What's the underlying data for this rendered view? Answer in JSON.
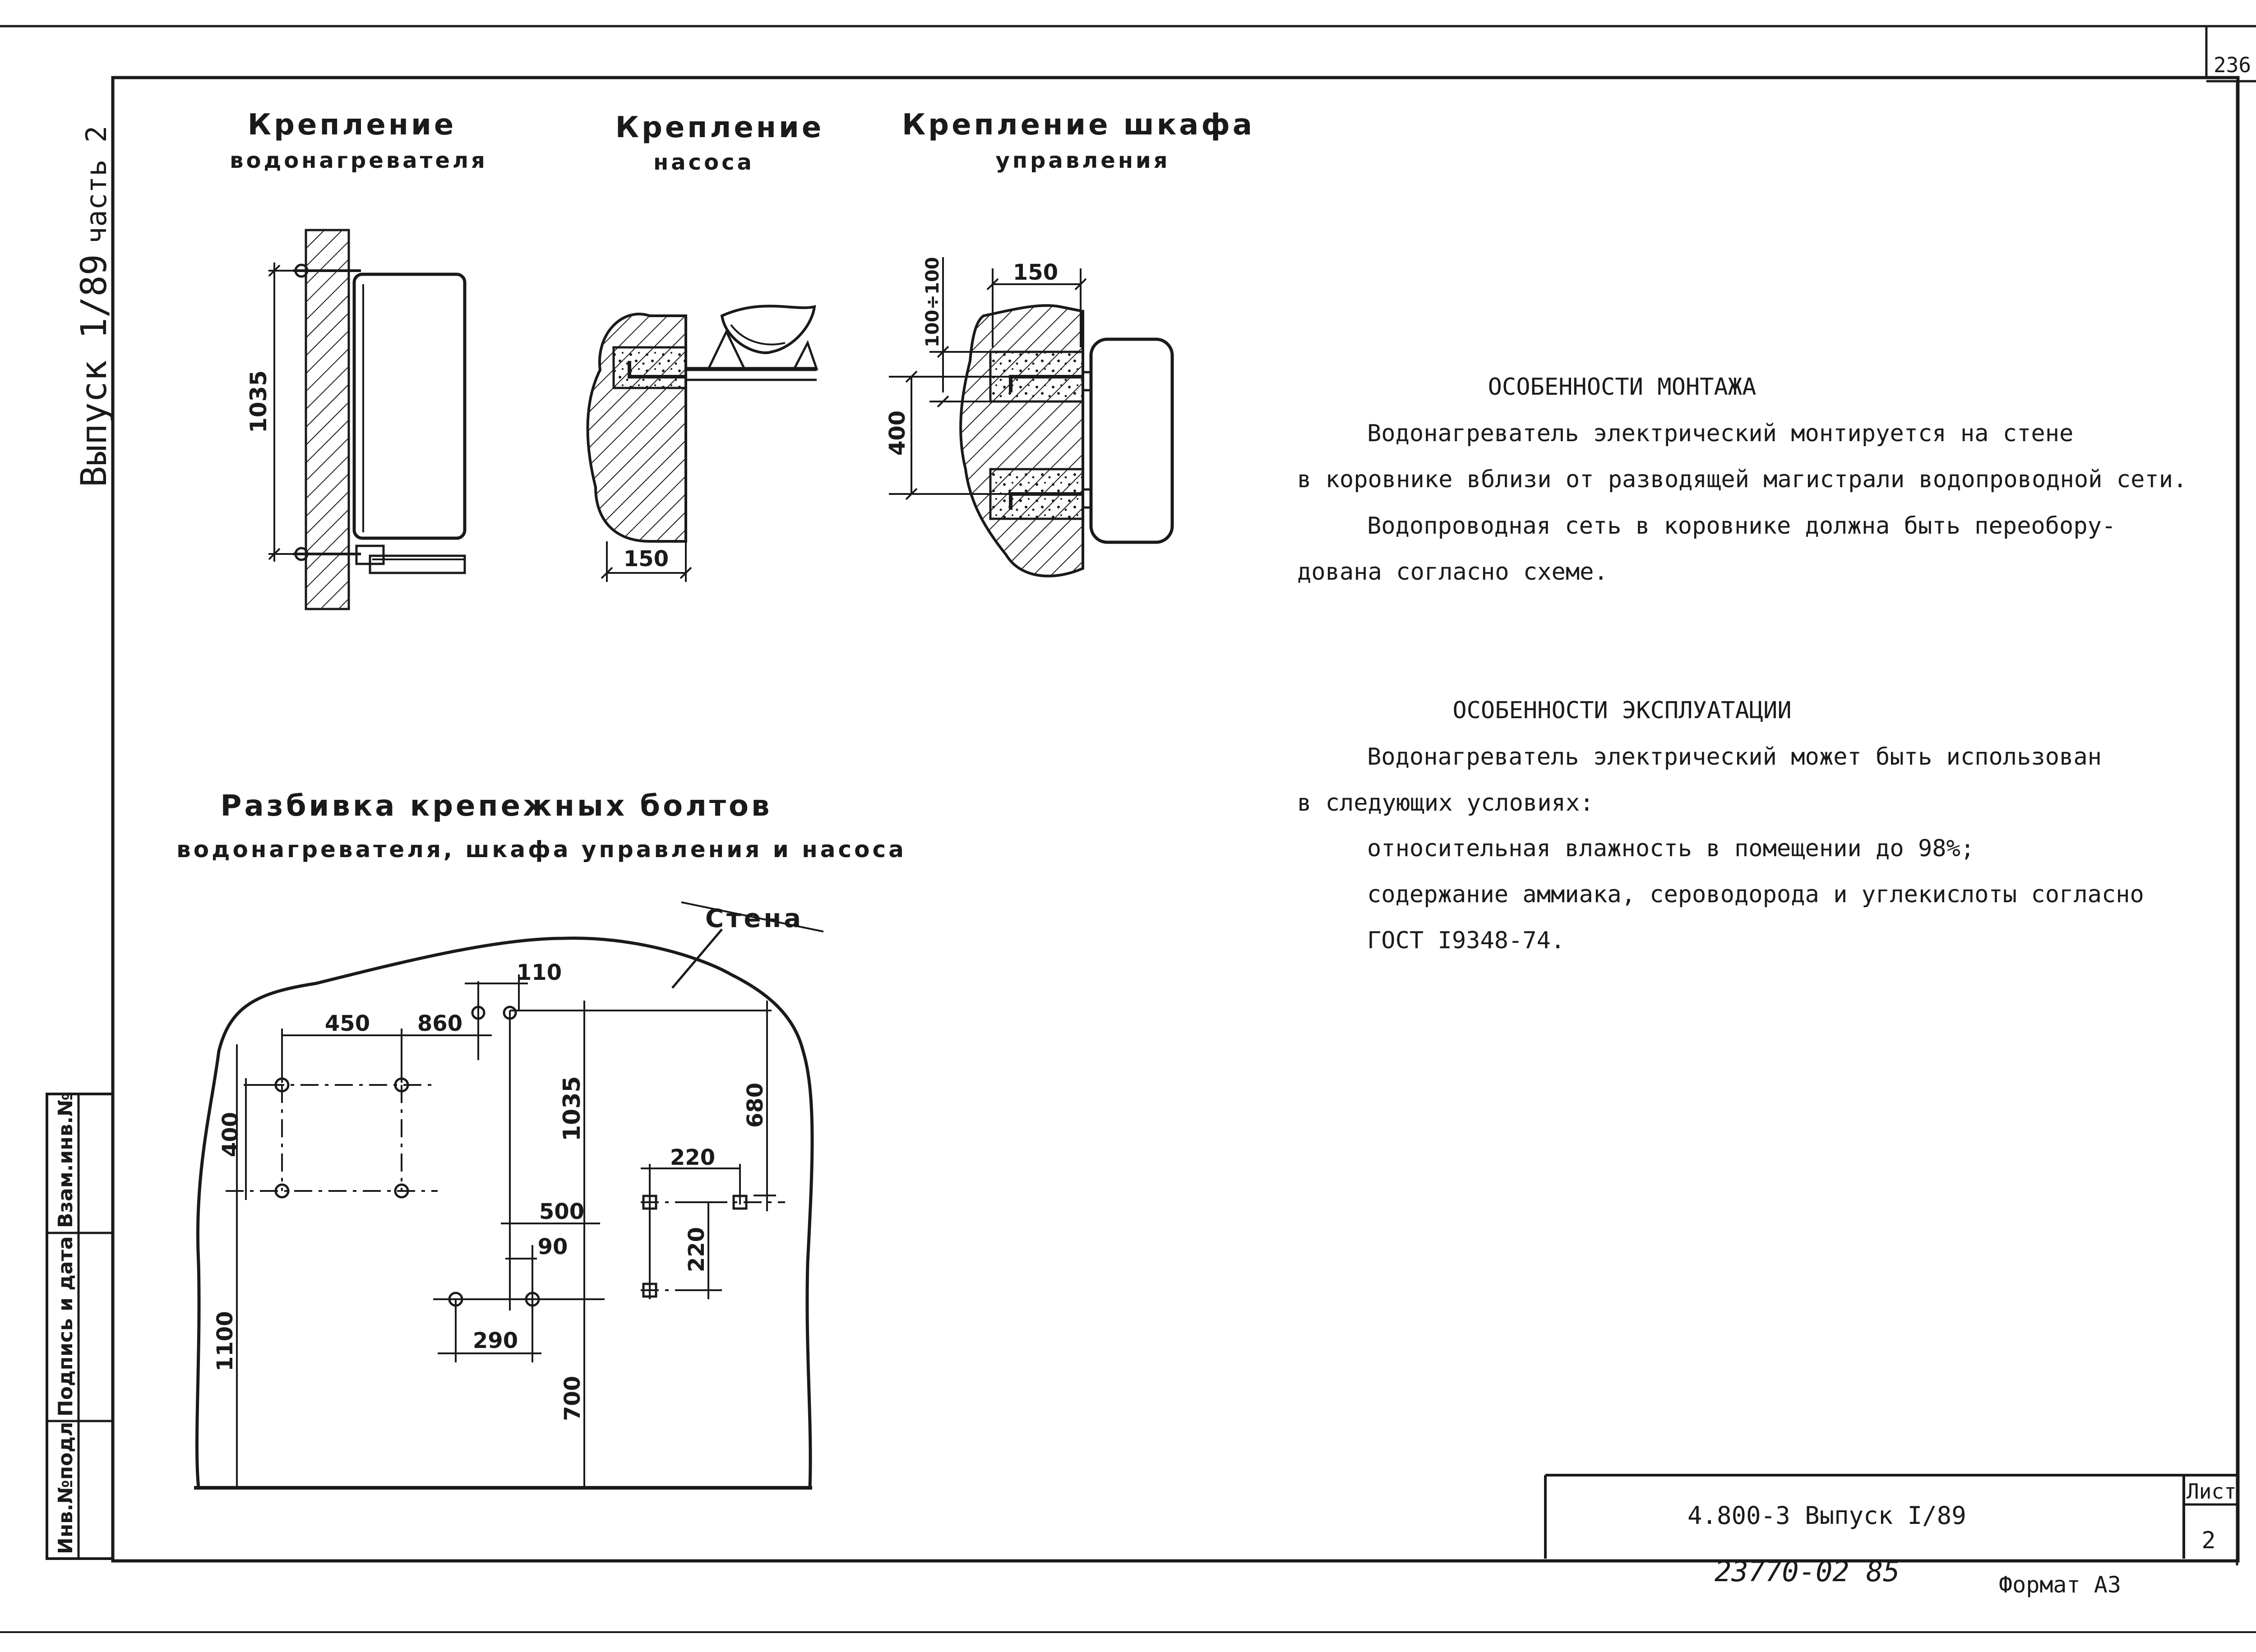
{
  "sheet_corner_number": "236",
  "left_margin": {
    "release": "Выпуск 1/89",
    "part": "часть 2"
  },
  "side_stamp": {
    "inv_no": "Инв.№подл",
    "signature": "Подпись и дата",
    "replaced_inv": "Взам.инв.№"
  },
  "fastening": {
    "heater_title_1": "Крепление",
    "heater_title_2": "водонагревателя",
    "pump_title_1": "Крепление",
    "pump_title_2": "насоса",
    "cabinet_title_1": "Крепление шкафа",
    "cabinet_title_2": "управления",
    "dim_heater_height": "1035",
    "dim_pump_depth": "150",
    "dim_cabinet_depth": "150",
    "dim_cabinet_pair": "100÷100",
    "dim_cabinet_spacing": "400"
  },
  "bolt_layout": {
    "title_1": "Разбивка крепежных болтов",
    "title_2": "водонагревателя, шкафа управления и насоса",
    "wall_label": "Стена",
    "dims": {
      "d450": "450",
      "d860": "860",
      "d110": "110",
      "d400": "400",
      "d1035": "1035",
      "d680": "680",
      "d220h": "220",
      "d500": "500",
      "d220v": "220",
      "d90": "90",
      "d290": "290",
      "d1100": "1100",
      "d700": "700"
    }
  },
  "notes": {
    "mounting_heading": "ОСОБЕННОСТИ МОНТАЖА",
    "mounting_lines": [
      "Водонагреватель электрический монтируется на стене",
      "в коровнике вблизи от разводящей магистрали водопроводной сети.",
      "Водопроводная сеть в коровнике должна быть переобору-",
      "дована согласно схеме."
    ],
    "operation_heading": "ОСОБЕННОСТИ ЭКСПЛУАТАЦИИ",
    "operation_lines": [
      "Водонагреватель электрический может быть использован",
      "в следующих условиях:",
      "относительная влажность в помещении до 98%;",
      "содержание аммиака, сероводорода и углекислоты согласно",
      "ГОСТ I9348-74."
    ]
  },
  "title_block": {
    "designation": "4.800-3  Выпуск I/89",
    "sheet_label": "Лист",
    "sheet_number": "2"
  },
  "footer": {
    "archive_number": "23770-02   85",
    "format": "Формат А3"
  }
}
